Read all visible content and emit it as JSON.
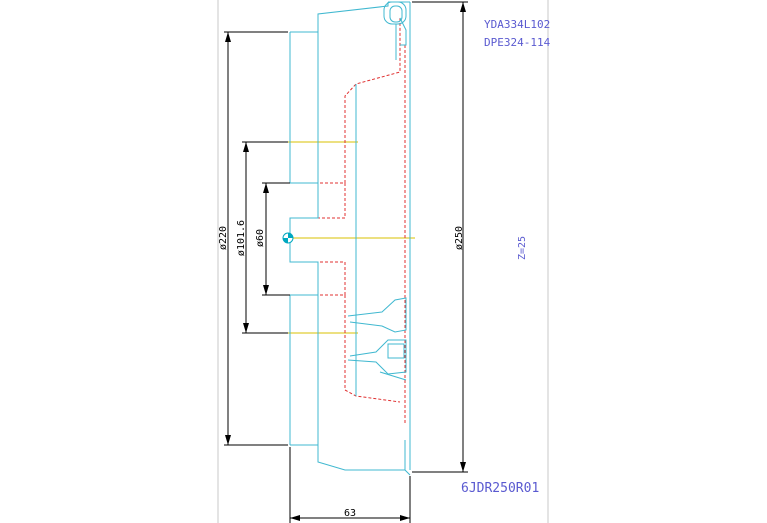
{
  "drawing": {
    "part_codes": [
      "YDA334L102",
      "DPE324-114"
    ],
    "teeth_label": "Z=25",
    "part_number": "6JDR250R01",
    "dimensions": {
      "d220": "ø220",
      "d101_6": "ø101.6",
      "d60": "ø60",
      "d250": "ø250",
      "length_63": "63"
    },
    "colors": {
      "outline": "#40b8d0",
      "hidden_line": "#e03030",
      "dimension_line": "#000000",
      "axis_line": "#d8c000",
      "label_blue": "#5a5ad0"
    }
  }
}
